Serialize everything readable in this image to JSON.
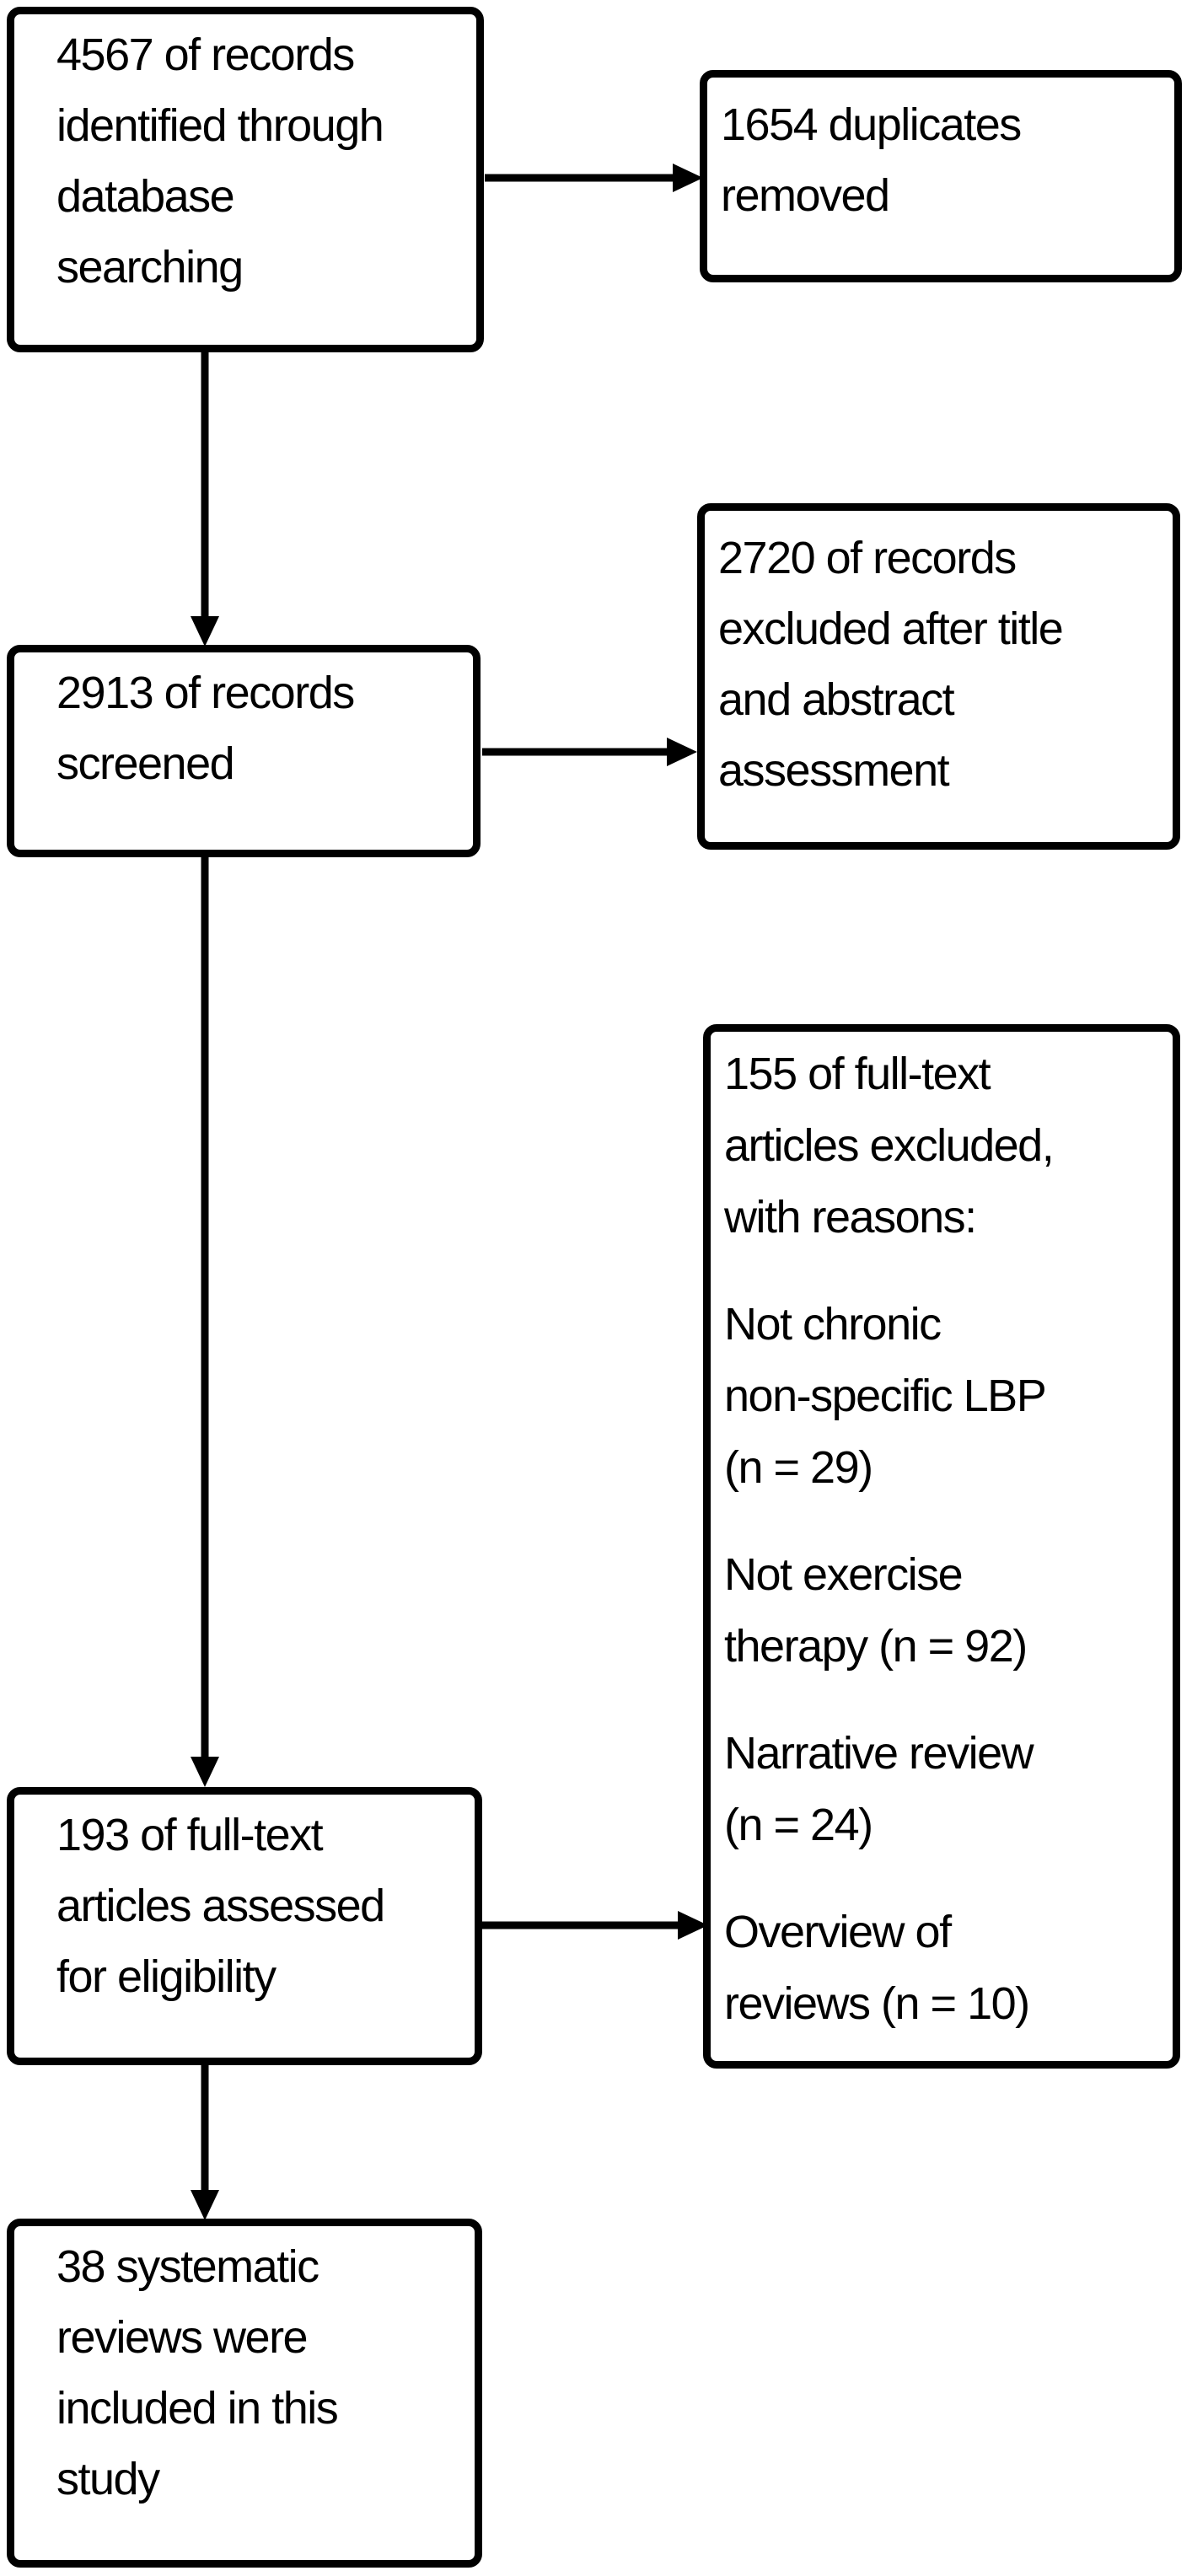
{
  "colors": {
    "ink": "#000000",
    "paper": "#ffffff"
  },
  "flow": {
    "identified": {
      "text": "4567 of records\nidentified through\ndatabase\nsearching"
    },
    "duplicates": {
      "text": "1654 duplicates\nremoved"
    },
    "screened": {
      "text": "2913 of records\nscreened"
    },
    "excluded_title_abstract": {
      "text": "2720 of records\nexcluded after title\nand abstract\nassessment"
    },
    "excluded_fulltext": {
      "intro": "155 of full-text\narticles excluded,\nwith reasons:",
      "reasons": [
        "Not chronic\nnon-specific LBP\n(n = 29)",
        "Not exercise\ntherapy (n = 92)",
        "Narrative review\n(n = 24)",
        "Overview of\nreviews (n = 10)"
      ]
    },
    "assessed": {
      "text": "193 of full-text\narticles assessed\nfor eligibility"
    },
    "included": {
      "text": "38 systematic\nreviews were\nincluded in this\nstudy"
    }
  },
  "arrows": [
    {
      "from": "identified",
      "to": "duplicates"
    },
    {
      "from": "identified",
      "to": "screened"
    },
    {
      "from": "screened",
      "to": "excluded_title_abstract"
    },
    {
      "from": "screened",
      "to": "assessed"
    },
    {
      "from": "assessed",
      "to": "excluded_fulltext"
    },
    {
      "from": "assessed",
      "to": "included"
    }
  ]
}
